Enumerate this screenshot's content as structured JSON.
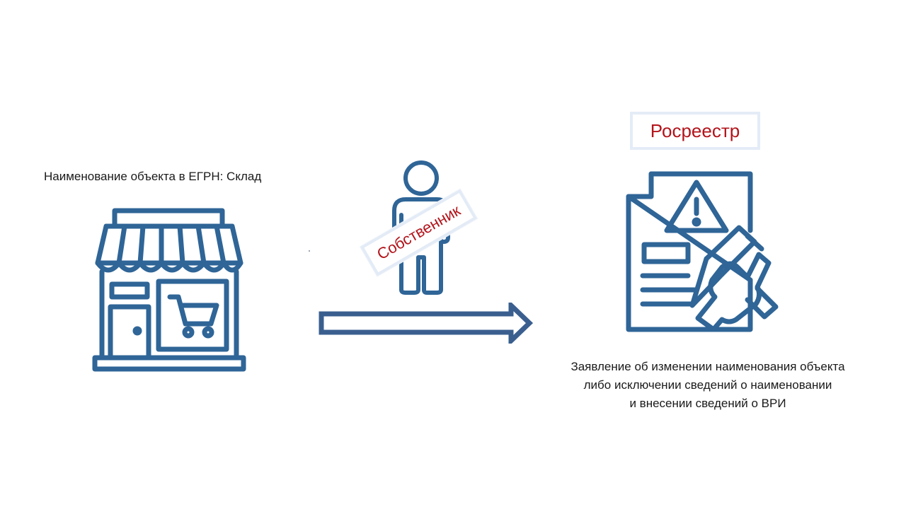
{
  "object_label": "Наименование объекта в ЕГРН: Склад",
  "owner_label": "Собственник",
  "agency_label": "Росреестр",
  "statement_lines": [
    "Заявление об изменении наименования объекта",
    "либо исключении сведений о наименовании",
    "и внесении сведений о ВРИ"
  ],
  "colors": {
    "icon_blue": "#2f6597",
    "arrow_blue": "#3a5f8f",
    "label_red": "#b3141b",
    "frame_light": "#e3ebf6"
  },
  "icons": {
    "store": "storefront-with-cart-icon",
    "person": "person-icon",
    "document": "document-warning-with-pen-icon",
    "arrow": "right-arrow-icon"
  }
}
